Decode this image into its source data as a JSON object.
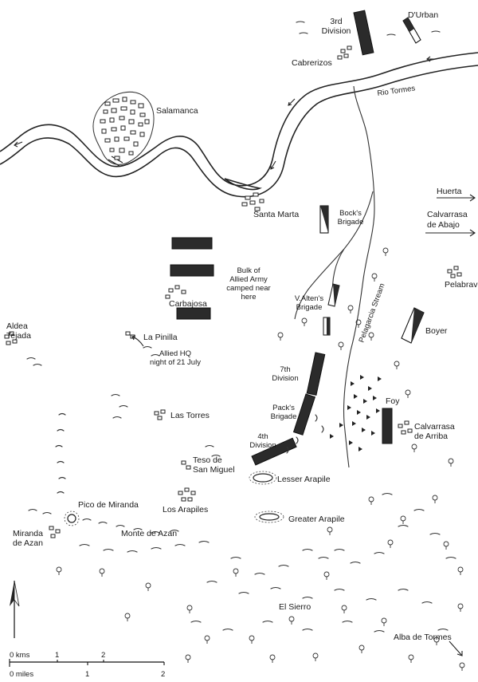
{
  "places": {
    "d_urban": "D'Urban",
    "third_division": "3rd\nDivision",
    "cabrerizos": "Cabrerizos",
    "rio_tormes": "Rio Tormes",
    "salamanca": "Salamanca",
    "huerta": "Huerta",
    "santa_marta": "Santa Marta",
    "bocks_brigade": "Bock's\nBrigade",
    "calvarrasa_abajo": "Calvarrasa\nde Abajo",
    "bulk_allied": "Bulk of\nAllied Army\ncamped near\nhere",
    "carbajosa": "Carbajosa",
    "pelabravo": "Pelabravo",
    "pelagarcia": "Pelagarcia Stream",
    "v_alten": "V.Alten's\nBrigade",
    "boyer": "Boyer",
    "aldea_tejada": "Aldea\nTejada",
    "la_pinilla": "La Pinilla",
    "allied_hq": "Allied HQ\nnight of 21 July",
    "seventh_division": "7th\nDivision",
    "foy": "Foy",
    "las_torres": "Las Torres",
    "packs_brigade": "Pack's\nBrigade",
    "calvarrasa_arriba": "Calvarrasa\nde Arriba",
    "fourth_division": "4th\nDivision",
    "teso": "Teso de\nSan Miguel",
    "lesser_arapile": "Lesser Arapile",
    "pico_miranda": "Pico de Miranda",
    "los_arapiles": "Los Arapiles",
    "greater_arapile": "Greater Arapile",
    "miranda_azan": "Miranda\nde Azan",
    "monte_azan": "Monte de Azan",
    "el_sierro": "El Sierro",
    "alba": "Alba de Tormes"
  },
  "scale": {
    "kms_label": "0 kms",
    "km1": "1",
    "km2": "2",
    "miles_label": "0 miles",
    "mi1": "1",
    "mi2": "2"
  }
}
